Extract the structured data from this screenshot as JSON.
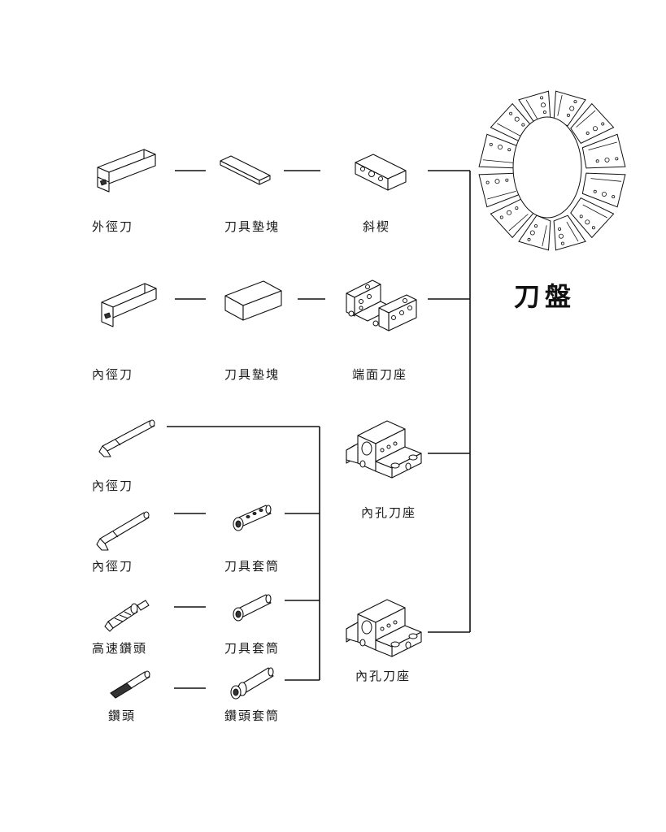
{
  "diagram": {
    "title": "刀盤",
    "turret": {
      "icon": "turret-disc-icon",
      "label": "刀盤"
    },
    "rows": [
      {
        "tool": "外徑刀",
        "adapter": "刀具墊塊",
        "holder": "斜楔"
      },
      {
        "tool": "內徑刀",
        "adapter": "刀具墊塊",
        "holder": "端面刀座"
      }
    ],
    "bore_group": {
      "holders": [
        "內孔刀座",
        "內孔刀座"
      ],
      "tools": [
        {
          "tool": "內徑刀",
          "adapter": null
        },
        {
          "tool": "內徑刀",
          "adapter": "刀具套筒"
        },
        {
          "tool": "高速鑽頭",
          "adapter": "刀具套筒"
        },
        {
          "tool": "鑽頭",
          "adapter": "鑽頭套筒"
        }
      ]
    },
    "colors": {
      "line": "#111111",
      "background": "#ffffff"
    }
  }
}
